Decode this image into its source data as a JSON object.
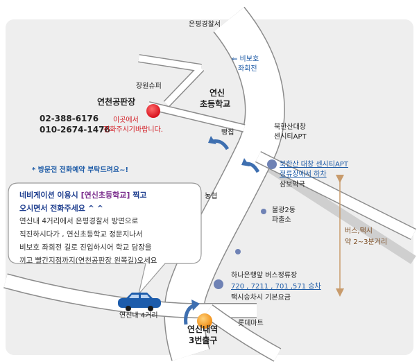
{
  "map": {
    "colors": {
      "background": "#eeeeee",
      "road": "#ffffff",
      "road_edge": "#8c8c8c",
      "accent_blue": "#1c5aa6",
      "marker_red": "#e3202c",
      "marker_orange": "#f39a1e",
      "bus_stop": "#6f82b5",
      "taxi_line": "#c89b6c"
    },
    "labels": {
      "police_station": "은평경찰서",
      "bibo_arrow": "⇐ 비보호",
      "bibo_line2": "좌회전",
      "jangwon_super": "장원슈퍼",
      "yeonsin_elementary_1": "연신",
      "yeonsin_elementary_2": "초등학교",
      "yeoncheon_gym": "연천공판장",
      "phone1": "02-388-6176",
      "phone2": "010-2674-1476",
      "call_here_1": "이곳에서",
      "call_here_2": "전화주시기바랍니다.",
      "bakery": "빵집",
      "bukhansan_apt_1": "북한산대창",
      "bukhansan_apt_2": "센시티APT",
      "reservation_notice": "* 방문전 전화예약 부탁드려요~!",
      "bus_stop_apt_1": "북한산 대창 센시티APT",
      "bus_stop_apt_2": "정류장에서 하차",
      "samboyakguk": "삼보약국",
      "nonghyup": "농협",
      "bulgwang_1": "불광2동",
      "bulgwang_2": "파출소",
      "bus_taxi_1": "버스,택시",
      "bus_taxi_2": "약 2~3분거리",
      "hana_bank": "하나은행앞 버스정류장",
      "bus_numbers": "720 , 7211 , 701 ,571  승차",
      "taxi_fare": "택시승차시 기본요금",
      "crossroad": "연신내 4거리",
      "station_exit_1": "연신내역",
      "station_exit_2": "3번출구",
      "lotte_mart": "롯데마트"
    },
    "bubble": {
      "heading_pre": "네비게이션 이용시 ",
      "heading_highlight": "[연신초등학교]",
      "heading_post": " 찍고",
      "heading_line2": "오시면서 전화주세요 ^ ^",
      "line1": "연신내 4거리에서 은평경찰서 방면으로",
      "line2": "직진하시다가 , 연신초등학교 정문지나서",
      "line3": "비보호 좌회전 길로 진입하시어 학교 담장을",
      "line4": "끼고 빨간지점까지(연천공판장 왼쪽길)오세요"
    }
  }
}
